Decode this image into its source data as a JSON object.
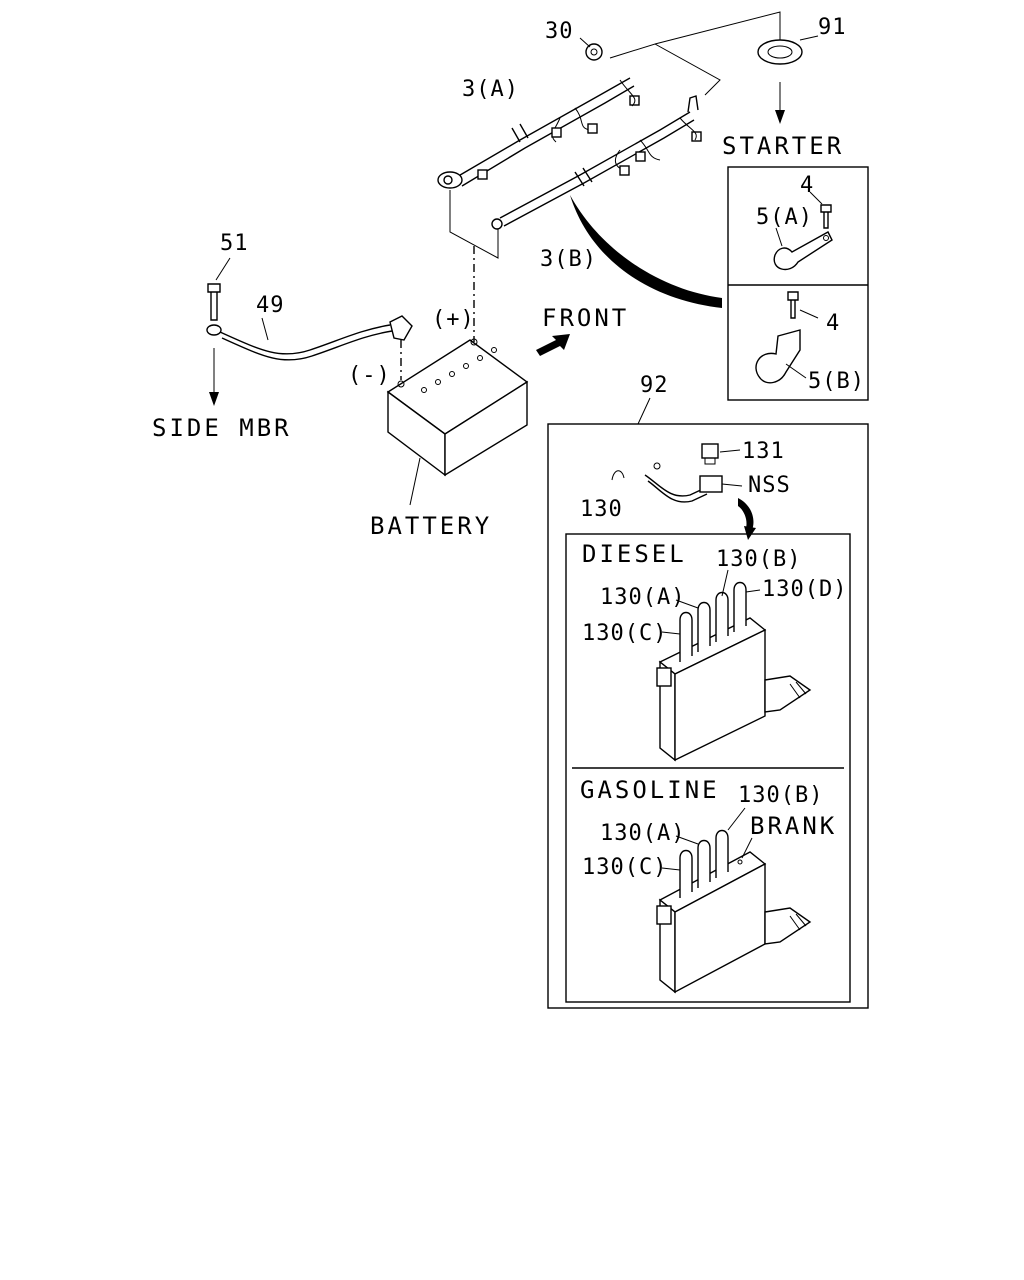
{
  "labels": {
    "p30": "30",
    "p91": "91",
    "p3a": "3(A)",
    "p3b": "3(B)",
    "starter": "STARTER",
    "p4_top": "4",
    "p5a": "5(A)",
    "p4_bot": "4",
    "p5b": "5(B)",
    "p51": "51",
    "p49": "49",
    "plus": "(+)",
    "minus": "(-)",
    "front": "FRONT",
    "side_mbr": "SIDE MBR",
    "battery": "BATTERY",
    "p92": "92",
    "p131": "131",
    "nss": "NSS",
    "p130": "130",
    "diesel": "DIESEL",
    "d130b": "130(B)",
    "d130a": "130(A)",
    "d130d": "130(D)",
    "d130c": "130(C)",
    "gasoline": "GASOLINE",
    "g130b": "130(B)",
    "brank": "BRANK",
    "g130a": "130(A)",
    "g130c": "130(C)"
  }
}
